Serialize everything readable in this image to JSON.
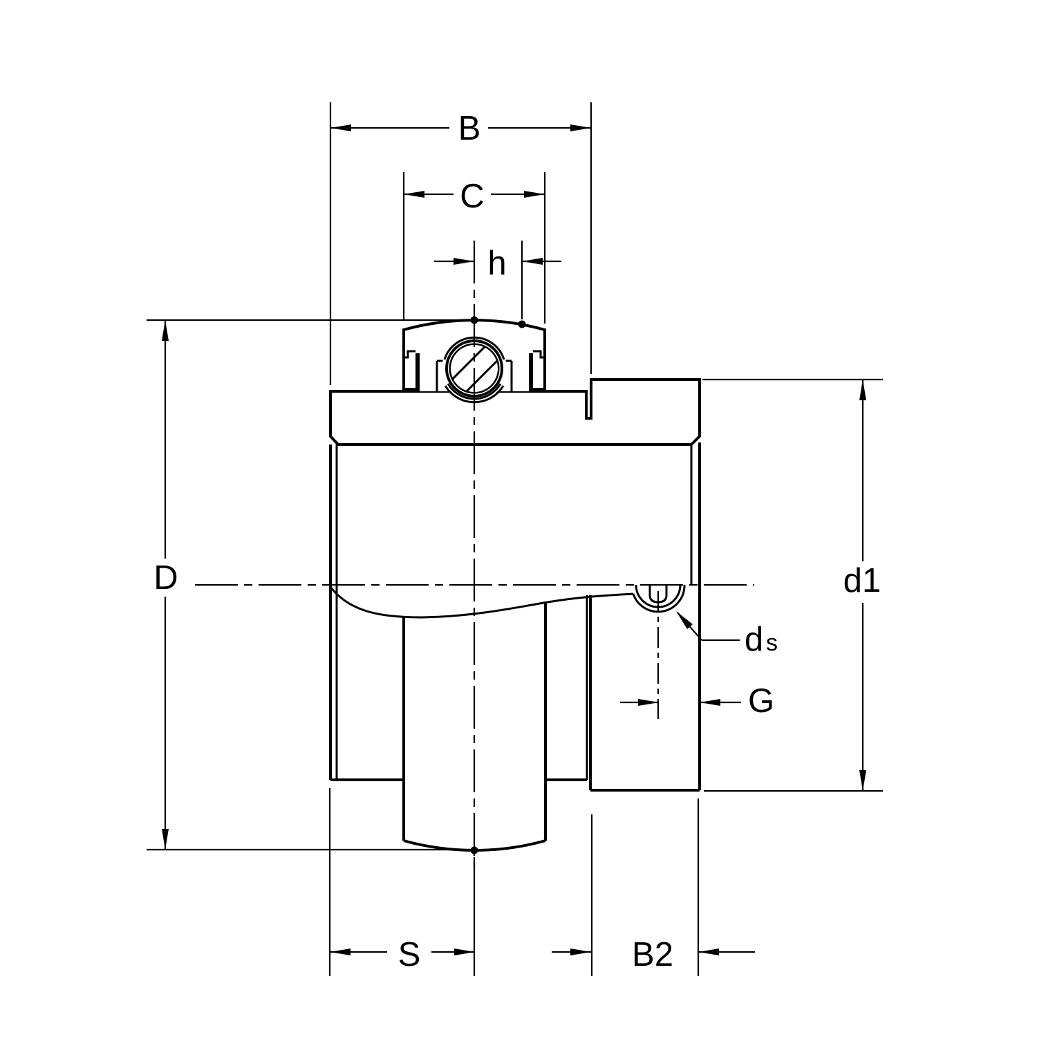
{
  "title": "bearing-insert-cross-section-dimension-drawing",
  "colors": {
    "line": "#000000",
    "background": "#ffffff"
  },
  "labels": {
    "B": "B",
    "C": "C",
    "h": "h",
    "D": "D",
    "d1": "d1",
    "ds_main": "d",
    "ds_sub": "s",
    "G": "G",
    "S": "S",
    "B2": "B2"
  }
}
